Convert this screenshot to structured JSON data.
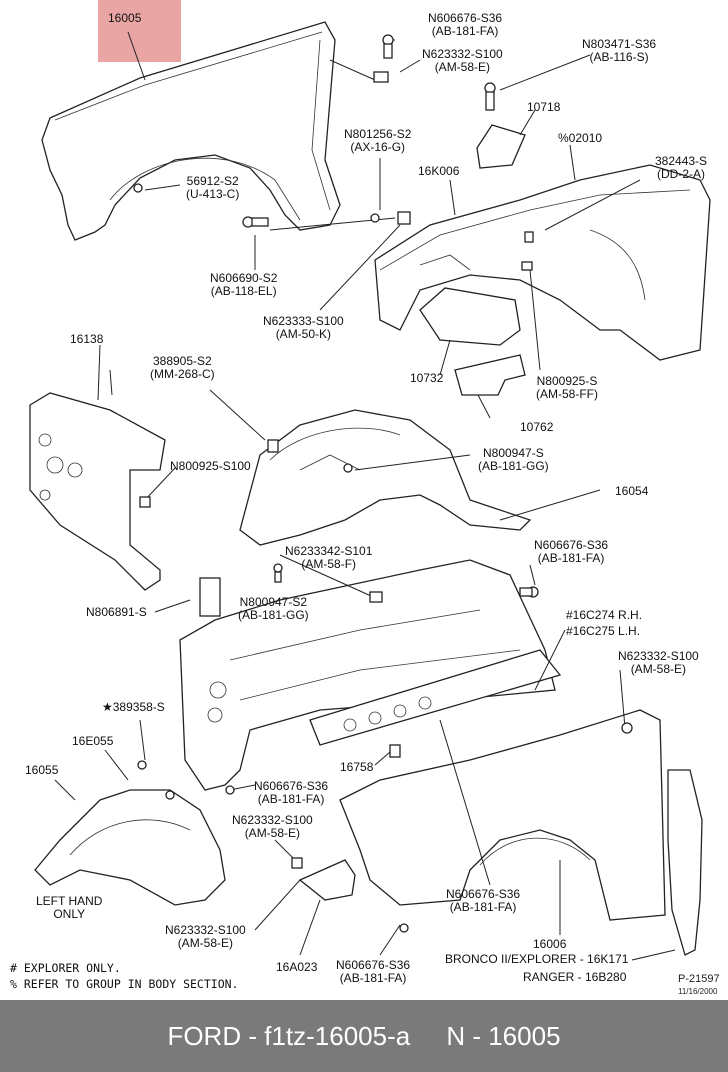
{
  "labels": {
    "l16005_top": "16005",
    "n606676_s36_a": [
      "N606676-S36",
      "(AB-181-FA)"
    ],
    "n623332_s100_a": [
      "N623332-S100",
      "(AM-58-E)"
    ],
    "n803471_s36": [
      "N803471-S36",
      "(AB-116-S)"
    ],
    "l10718": "10718",
    "l02010": "%02010",
    "n801256_s2": [
      "N801256-S2",
      "(AX-16-G)"
    ],
    "l16k006": "16K006",
    "l382443_s": [
      "382443-S",
      "(DD-2-A)"
    ],
    "l56912_s2": [
      "56912-S2",
      "(U-413-C)"
    ],
    "n606690_s2": [
      "N606690-S2",
      "(AB-118-EL)"
    ],
    "n623333_s100": [
      "N623333-S100",
      "(AM-50-K)"
    ],
    "l16138": "16138",
    "l388905_s2": [
      "388905-S2",
      "(MM-268-C)"
    ],
    "l10732": "10732",
    "n800925_s": [
      "N800925-S",
      "(AM-58-FF)"
    ],
    "l10762": "10762",
    "n800947_s": [
      "N800947-S",
      "(AB-181-GG)"
    ],
    "n800925_s100": "N800925-S100",
    "l16054": "16054",
    "n6233342_s101": [
      "N6233342-S101",
      "(AM-58-F)"
    ],
    "n606676_s36_b": [
      "N606676-S36",
      "(AB-181-FA)"
    ],
    "n806891_s": "N806891-S",
    "n800947_s2": [
      "N800947-S2",
      "(AB-181-GG)"
    ],
    "l16c274": "#16C274 R.H.",
    "l16c275": "#16C275 L.H.",
    "n623332_s100_b": [
      "N623332-S100",
      "(AM-58-E)"
    ],
    "l389358_s": "★389358-S",
    "l16e055": "16E055",
    "l16055": "16055",
    "l16758": "16758",
    "n606676_s36_c": [
      "N606676-S36",
      "(AB-181-FA)"
    ],
    "n623332_s100_c": [
      "N623332-S100",
      "(AM-58-E)"
    ],
    "left_hand": [
      "LEFT HAND",
      "ONLY"
    ],
    "n606676_s36_d": [
      "N606676-S36",
      "(AB-181-FA)"
    ],
    "n623332_s100_d": [
      "N623332-S100",
      "(AM-58-E)"
    ],
    "l16006": "16006",
    "l16k171": "BRONCO II/EXPLORER - 16K171",
    "l16b280": "RANGER - 16B280",
    "l16a023": "16A023",
    "n606676_s36_e": [
      "N606676-S36",
      "(AB-181-FA)"
    ]
  },
  "notes": {
    "explorer_only": "# EXPLORER ONLY.",
    "refer_to_group": "% REFER TO GROUP IN BODY SECTION."
  },
  "corner": {
    "drawing_no": "P-21597",
    "date": "11/16/2000"
  },
  "footer": {
    "brand": "FORD",
    "part_code": "f1tz-16005-a",
    "part_number": "N - 16005"
  },
  "colors": {
    "highlight": "#e9a4a4",
    "footer_bg": "#7a7a7a",
    "footer_text": "#ffffff"
  }
}
